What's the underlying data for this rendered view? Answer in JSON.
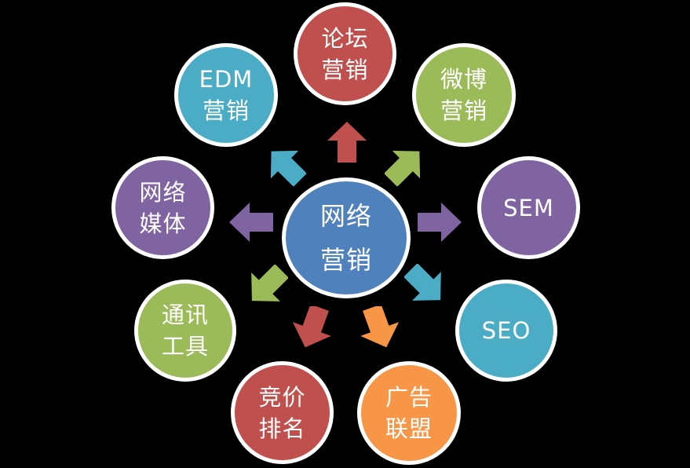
{
  "center": {
    "label": "网络\n营销",
    "color": "#4f81bd"
  },
  "nodes": {
    "forum": {
      "label": "论坛\n营销",
      "color": "#c0504d"
    },
    "weibo": {
      "label": "微博\n营销",
      "color": "#9bbb59"
    },
    "sem": {
      "label": "SEM",
      "color": "#8064a2"
    },
    "seo": {
      "label": "SEO",
      "color": "#4bacc6"
    },
    "ads": {
      "label": "广告\n联盟",
      "color": "#f79646"
    },
    "bidding": {
      "label": "竞价\n排名",
      "color": "#c0504d"
    },
    "im": {
      "label": "通讯\n工具",
      "color": "#9bbb59"
    },
    "media": {
      "label": "网络\n媒体",
      "color": "#8064a2"
    },
    "edm": {
      "label": "EDM\n营销",
      "color": "#4bacc6"
    }
  }
}
